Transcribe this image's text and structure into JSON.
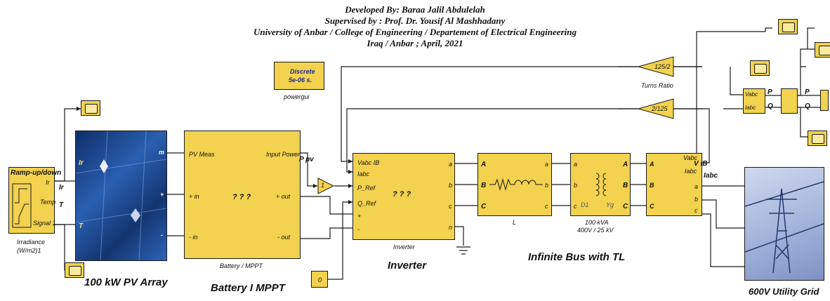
{
  "header": {
    "developed_by": "Developed By: Baraa Jalil Abdulelah",
    "supervised_by": "Supervised by : Prof. Dr. Yousif Al Mashhadany",
    "university": "University of Anbar / College of Engineering / Departement of Electrical Engineering",
    "location_date": "Iraq / Anbar ;  April, 2021"
  },
  "powergui": {
    "line1": "Discrete",
    "line2": "5e-06 s.",
    "label": "powergui"
  },
  "ramp": {
    "title": "Ramp-up/down",
    "port_ir": "Ir",
    "port_temp": "Temp",
    "port_signal": "Signal 1",
    "label_line1": "Irradiance",
    "label_line2": "(W/m2)1"
  },
  "pv": {
    "port_m": "m",
    "port_plus": "+",
    "port_minus": "-",
    "label_ir": "Ir",
    "label_t": "T",
    "caption": "100 kW PV Array",
    "wire_ir": "Ir",
    "wire_t": "T"
  },
  "battery": {
    "pv_meas": "PV Meas",
    "input_power": "Input Power",
    "plus_in": "+ in",
    "minus_in": "- in",
    "plus_out": "+ out",
    "minus_out": "- out",
    "center": "? ? ?",
    "label": "Battery / MPPT",
    "caption": "Battery I MPPT",
    "ppv": "P pv"
  },
  "gain": {
    "value": "1"
  },
  "constant": {
    "value": "0"
  },
  "inverter": {
    "p1": "Vabc IB",
    "p2": "Iabc",
    "p3": "P_Ref",
    "p4": "Q_Ref",
    "p5": "+",
    "p6": "-",
    "oa": "a",
    "ob": "b",
    "oc": "c",
    "on": "n",
    "center": "? ? ?",
    "label": "Inverter",
    "caption": "Inverter"
  },
  "inductor": {
    "a": "A",
    "b": "B",
    "c": "C",
    "oa": "a",
    "ob": "b",
    "oc": "c",
    "label": "L"
  },
  "transformer": {
    "a": "a",
    "b": "b",
    "c": "c",
    "oA": "A",
    "oB": "B",
    "oC": "C",
    "d1": "D1",
    "yg": "Yg",
    "label1": "100 kVA",
    "label2": "400V / 25 kV"
  },
  "meas": {
    "a": "A",
    "b": "B",
    "c": "C",
    "vabc": "Vabc",
    "iabc": "Iabc",
    "oa": "a",
    "ob": "b",
    "oc": "c",
    "vib": "V IB",
    "iabc_out": "Iabc"
  },
  "infinite_bus": "Infinite Bus with TL",
  "grid": {
    "caption": "600V Utility Grid"
  },
  "gains": {
    "turns": "125/2",
    "turns_label": "Turns Ratio",
    "inv": "2/125"
  },
  "pq": {
    "vabc": "Vabc",
    "iabc": "Iabc",
    "p": "P",
    "q": "Q",
    "out_p": "P",
    "out_q": "Q"
  },
  "colors": {
    "block": "#f2d24e",
    "wire": "#1a1a1a",
    "panel": "#1f4f9c"
  }
}
